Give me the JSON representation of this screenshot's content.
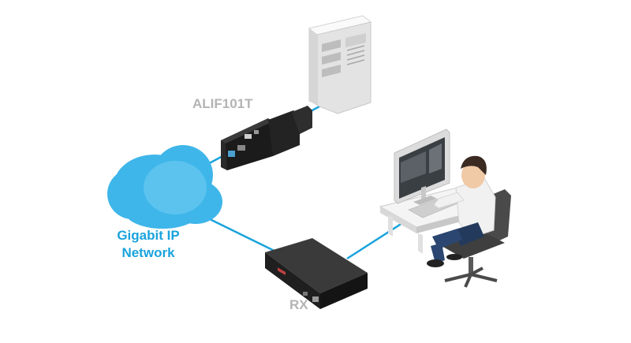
{
  "labels": {
    "transmitter": "ALIF101T",
    "receiver": "RX",
    "network_line1": "Gigabit IP",
    "network_line2": "Network"
  },
  "colors": {
    "cable": "#1aa3dc",
    "cloud": "#3fb6ea",
    "label_grey": "#b4b4b4",
    "label_blue": "#1aa3dc",
    "device_dark": "#1e1e1e",
    "tower": "#e8e8e8"
  },
  "icons": [
    "server-tower-icon",
    "cloud-icon",
    "transmitter-dongle-icon",
    "receiver-box-icon",
    "desk-user-icon"
  ]
}
